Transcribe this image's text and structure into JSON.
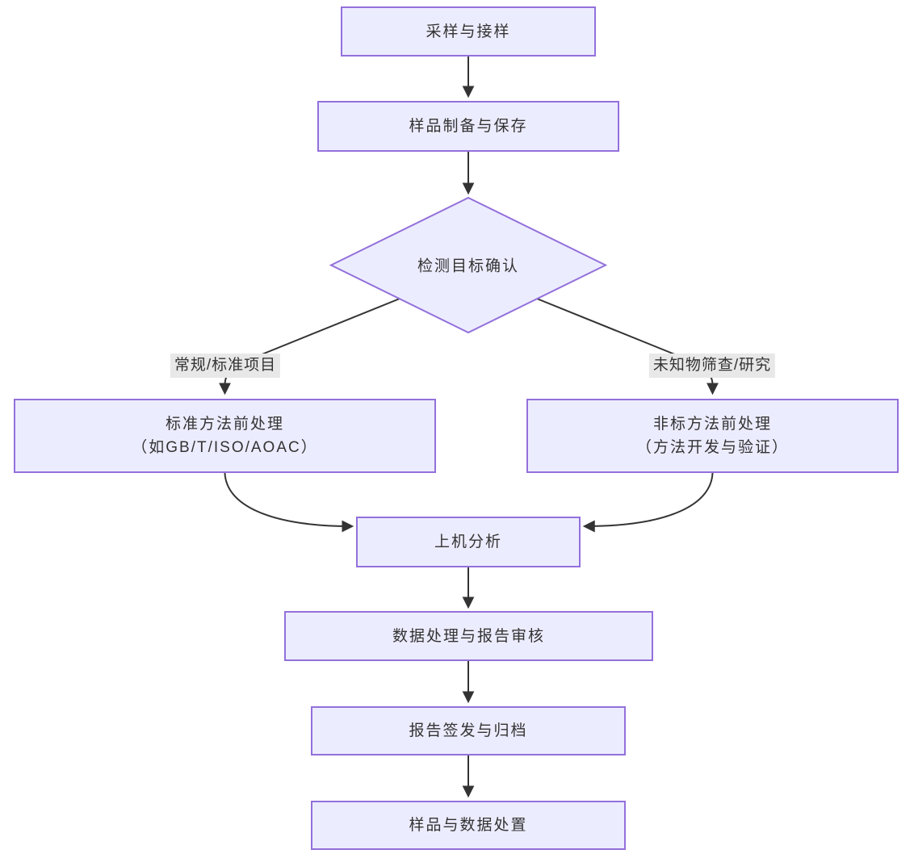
{
  "diagram": {
    "type": "flowchart",
    "direction": "top-down",
    "colors": {
      "node_fill": "#ECECFF",
      "node_border": "#9370DB",
      "edge_color": "#333333",
      "text_color": "#333333",
      "edge_label_bg": "#e8e8e8",
      "background": "#ffffff"
    },
    "nodes": {
      "sampling": {
        "label": "采样与接样"
      },
      "prep_storage": {
        "label": "样品制备与保存"
      },
      "target_confirm": {
        "label": "检测目标确认"
      },
      "standard_prep": {
        "line1": "标准方法前处理",
        "line2": "（如GB/T/ISO/AOAC）"
      },
      "nonstandard_prep": {
        "line1": "非标方法前处理",
        "line2": "（方法开发与验证）"
      },
      "instrument_analysis": {
        "label": "上机分析"
      },
      "data_review": {
        "label": "数据处理与报告审核"
      },
      "report_issue": {
        "label": "报告签发与归档"
      },
      "sample_disposal": {
        "label": "样品与数据处置"
      }
    },
    "edge_labels": {
      "left": "常规/标准项目",
      "right": "未知物筛查/研究"
    }
  }
}
